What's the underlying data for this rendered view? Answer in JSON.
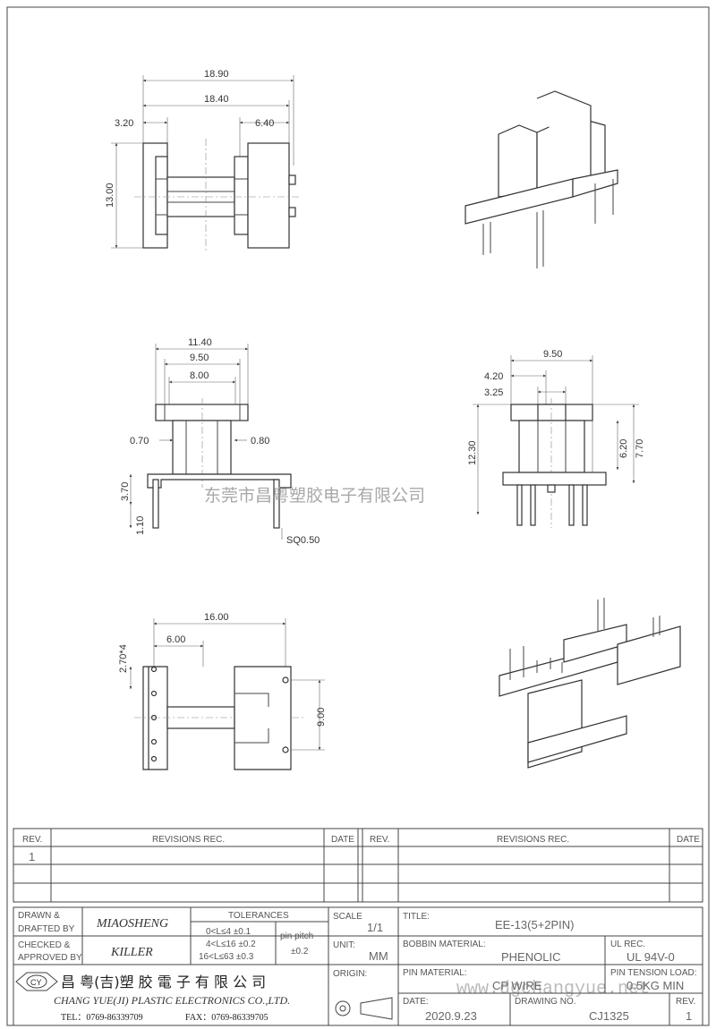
{
  "views": {
    "top": {
      "d1": "18.90",
      "d2": "18.40",
      "d3": "3.20",
      "d4": "6.40",
      "d5": "13.00"
    },
    "front": {
      "d1": "11.40",
      "d2": "9.50",
      "d3": "8.00",
      "d4": "0.70",
      "d5": "0.80",
      "d6": "3.70",
      "d7": "1.10",
      "d8": "SQ0.50"
    },
    "side": {
      "d1": "9.50",
      "d2": "4.20",
      "d3": "3.25",
      "d4": "12.30",
      "d5": "6.20",
      "d6": "7.70"
    },
    "bottom": {
      "d1": "16.00",
      "d2": "6.00",
      "d3": "2.70*4",
      "d4": "9.00"
    }
  },
  "watermarks": {
    "cn": "东莞市昌粤塑胶电子有限公司",
    "url": "www.dgchangyue.net"
  },
  "revisions": {
    "left": {
      "rev_h": "REV.",
      "rec_h": "REVISIONS   REC.",
      "date_h": "DATE",
      "rows": [
        "1",
        "",
        ""
      ]
    },
    "right": {
      "rev_h": "REV.",
      "rec_h": "REVISIONS   REC.",
      "date_h": "DATE"
    }
  },
  "title_block": {
    "drawn_by_label_1": "DRAWN  &",
    "drawn_by_label_2": "DRAFTED  BY",
    "drawn_by": "MIAOSHENG",
    "checked_label_1": "CHECKED  &",
    "checked_label_2": "APPROVED  BY",
    "checked_by": "KILLER",
    "tolerances_label": "TOLERANCES",
    "tol_1": "0<L≤4     ±0.1",
    "tol_2": "4<L≤16   ±0.2",
    "tol_3": "16<L≤63  ±0.3",
    "pin_pitch_label": "pin pitch",
    "pin_pitch_value": "±0.2",
    "scale_label": "SCALE",
    "scale": "1/1",
    "unit_label": "UNIT:",
    "unit": "MM",
    "origin_label": "ORIGIN:",
    "title_label": "TITLE:",
    "title": "EE-13(5+2PIN)",
    "bobbin_label": "BOBBIN MATERIAL:",
    "bobbin": "PHENOLIC",
    "ul_label": "UL REC.",
    "ul": "UL 94V-0",
    "pin_material_label": "PIN MATERIAL:",
    "pin_material": "CP WIRE",
    "pin_tension_label": "PIN TENSION LOAD:",
    "pin_tension": "0.5KG MIN",
    "date_label": "DATE:",
    "date": "2020.9.23",
    "drawing_no_label": "DRAWING NO.",
    "drawing_no": "CJ1325",
    "rev_label": "REV.",
    "rev": "1",
    "company_cn": "昌 粤(吉)塑 胶 電 子 有 限 公 司",
    "company_en": "CHANG  YUE(JI)  PLASTIC  ELECTRONICS  CO.,LTD.",
    "tel": "TEL：0769-86339709",
    "fax": "FAX：0769-86339705",
    "logo_text": "CY"
  }
}
